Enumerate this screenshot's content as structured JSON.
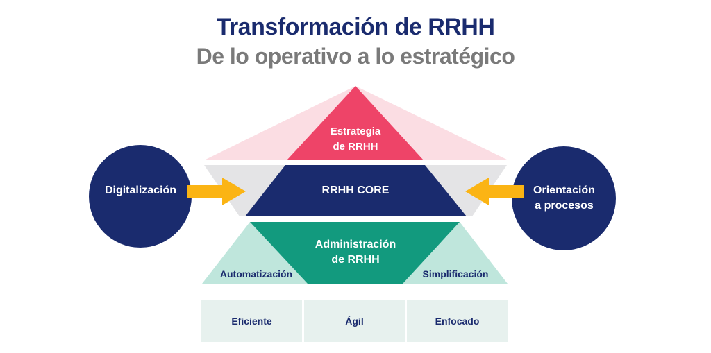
{
  "title": "Transformación de RRHH",
  "subtitle": "De lo operativo a lo estratégico",
  "pyramid": {
    "top_label_line1": "Estrategia",
    "top_label_line2": "de RRHH",
    "middle_label": "RRHH CORE",
    "bottom_label_line1": "Administración",
    "bottom_label_line2": "de RRHH",
    "bottom_left_label": "Automatización",
    "bottom_right_label": "Simplificación"
  },
  "left_circle": {
    "label": "Digitalización"
  },
  "right_circle": {
    "label_line1": "Orientación",
    "label_line2": "a procesos"
  },
  "bottom_row": [
    "Eficiente",
    "Ágil",
    "Enfocado"
  ],
  "colors": {
    "navy": "#1a2b6e",
    "pink": "#ee4468",
    "light_pink": "#fbdde3",
    "gray": "#e4e4e6",
    "green": "#129a7e",
    "light_green": "#bfe6dc",
    "arrow": "#fbb414",
    "cell": "#e7f1ee"
  }
}
